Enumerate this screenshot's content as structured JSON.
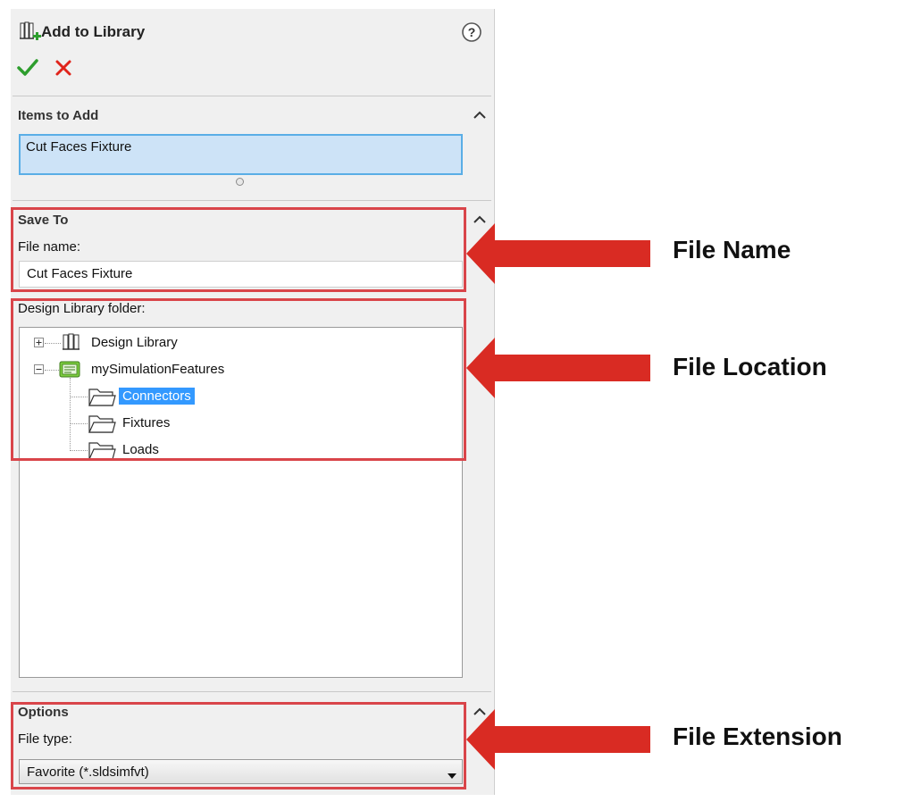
{
  "panel": {
    "title": "Add to Library",
    "confirm_icon": "checkmark-icon",
    "cancel_icon": "x-icon",
    "help_icon": "help-icon",
    "colors": {
      "confirm": "#2e9e2e",
      "cancel": "#e0241b",
      "selection": "#3399ff",
      "highlight": "#d9454a"
    }
  },
  "items_to_add": {
    "header": "Items to Add",
    "item": "Cut Faces Fixture"
  },
  "save_to": {
    "header": "Save To",
    "file_name_label": "File name:",
    "file_name_value": "Cut Faces Fixture",
    "folder_label": "Design Library folder:"
  },
  "tree": {
    "design_library": "Design Library",
    "my_sim": "mySimulationFeatures",
    "connectors": "Connectors",
    "fixtures": "Fixtures",
    "loads": "Loads"
  },
  "options": {
    "header": "Options",
    "file_type_label": "File type:",
    "file_type_value": "Favorite (*.sldsimfvt)"
  },
  "callouts": {
    "file_name": "File Name",
    "file_location": "File Location",
    "file_extension": "File Extension"
  }
}
